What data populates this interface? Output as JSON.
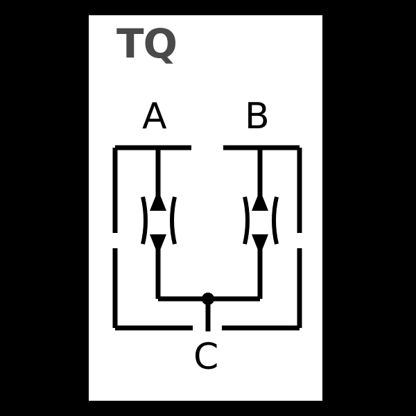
{
  "diagram": {
    "title": "TQ",
    "type": "hydraulic-schematic",
    "description": "Hydraulic counterbalance / double pilot-operated check valve symbol with ports A, B and C",
    "background_color": "#000000",
    "sheet_color": "#ffffff",
    "line_color": "#000000",
    "logo_color": "#4a4a4a",
    "labels": {
      "logo": "TQ",
      "port_a": "A",
      "port_b": "B",
      "port_c": "C"
    },
    "elements": [
      {
        "name": "enclosure-dashed-box",
        "kind": "dashed-rectangle"
      },
      {
        "name": "valve-element-a",
        "kind": "arrow-with-throttle"
      },
      {
        "name": "valve-element-b",
        "kind": "arrow-with-throttle"
      },
      {
        "name": "junction-dot",
        "kind": "filled-circle"
      },
      {
        "name": "port-line-c",
        "kind": "line"
      }
    ]
  }
}
